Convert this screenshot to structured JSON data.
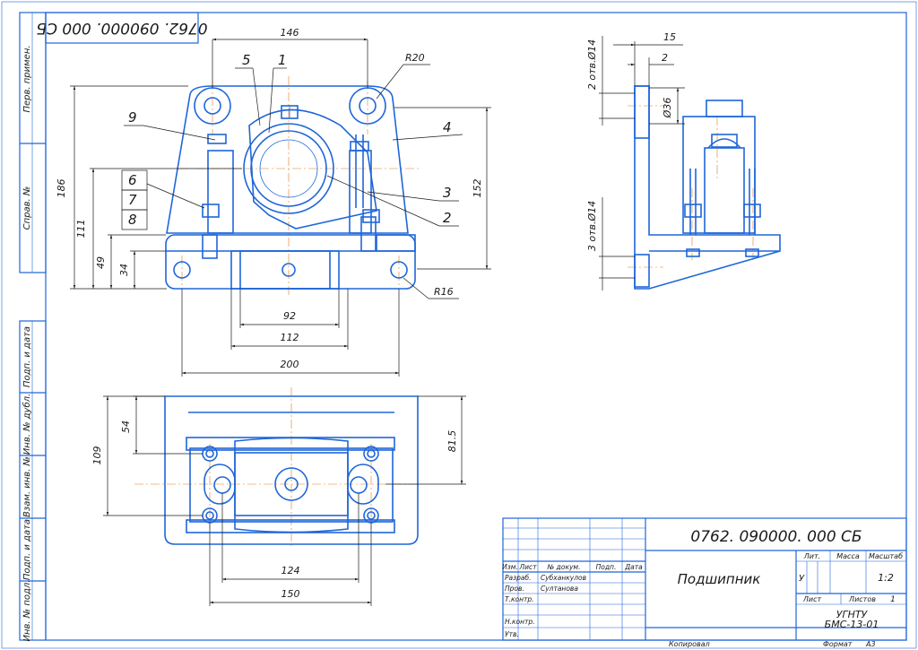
{
  "drawing": {
    "designation": "0762. 090000. 000 СБ",
    "designation_rotated": "0762. 090000. 000 СБ",
    "title": "Подшипник",
    "org_line1": "УГНТУ",
    "org_line2": "БМС-13-01",
    "scale": "1:2",
    "sheet_count": "1",
    "letter": "У",
    "copied": "Копировал",
    "format_label": "Формат",
    "format_value": "А3"
  },
  "title_block": {
    "col_headers": [
      "Изм.",
      "Лист",
      "№ докум.",
      "Подп.",
      "Дата"
    ],
    "hdr_lit": "Лит.",
    "hdr_mass": "Масса",
    "hdr_scale": "Масштаб",
    "hdr_sheet": "Лист",
    "hdr_sheets": "Листов",
    "rows": [
      {
        "role": "Разраб.",
        "name": "Субханкулов"
      },
      {
        "role": "Пров.",
        "name": "Султанова"
      },
      {
        "role": "Т.контр.",
        "name": ""
      },
      {
        "role": "Н.контр.",
        "name": ""
      },
      {
        "role": "Утв.",
        "name": ""
      }
    ]
  },
  "side_strip": [
    "Перв. примен.",
    "Справ. №",
    "Подп. и дата",
    "Инв. № дубл.",
    "Взам. инв. №",
    "Подп. и дата",
    "Инв. № подл."
  ],
  "front_view": {
    "dims": {
      "width_top": "146",
      "height_total": "186",
      "height_axis": "111",
      "height_49": "49",
      "height_34": "34",
      "height_152": "152",
      "radius_top": "R20",
      "radius_bottom": "R16",
      "dim_92": "92",
      "dim_112": "112",
      "dim_200": "200"
    },
    "callouts": [
      "5",
      "1",
      "9",
      "4",
      "6",
      "7",
      "8",
      "3",
      "2"
    ]
  },
  "side_view": {
    "dims": {
      "d15": "15",
      "d2": "2",
      "holes_top": "2 отв.Ø14",
      "diam36": "Ø36",
      "holes_bottom": "3 отв.Ø14"
    }
  },
  "top_view": {
    "dims": {
      "d54": "54",
      "d109": "109",
      "d815": "81.5",
      "d124": "124",
      "d150": "150"
    }
  }
}
